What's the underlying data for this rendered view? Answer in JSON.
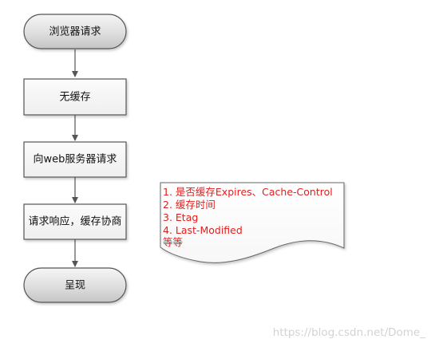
{
  "flowchart": {
    "start": {
      "label": "浏览器请求"
    },
    "step1": {
      "label": "无缓存"
    },
    "step2": {
      "label": "向web服务器请求"
    },
    "step3": {
      "label": "请求响应，缓存协商"
    },
    "end": {
      "label": "呈现"
    }
  },
  "note": {
    "lines": [
      "1. 是否缓存Expires、Cache-Control",
      "2. 缓存时间",
      "3. Etag",
      "4. Last-Modified",
      "等等"
    ]
  },
  "watermark": "https://blog.csdn.net/Dome_",
  "colors": {
    "terminal_fill_top": "#f4f4f4",
    "terminal_fill_bottom": "#c8c8c8",
    "process_fill": "#f6f6f6",
    "stroke": "#555555",
    "note_text": "#e02020",
    "watermark": "#d3d3d3"
  }
}
